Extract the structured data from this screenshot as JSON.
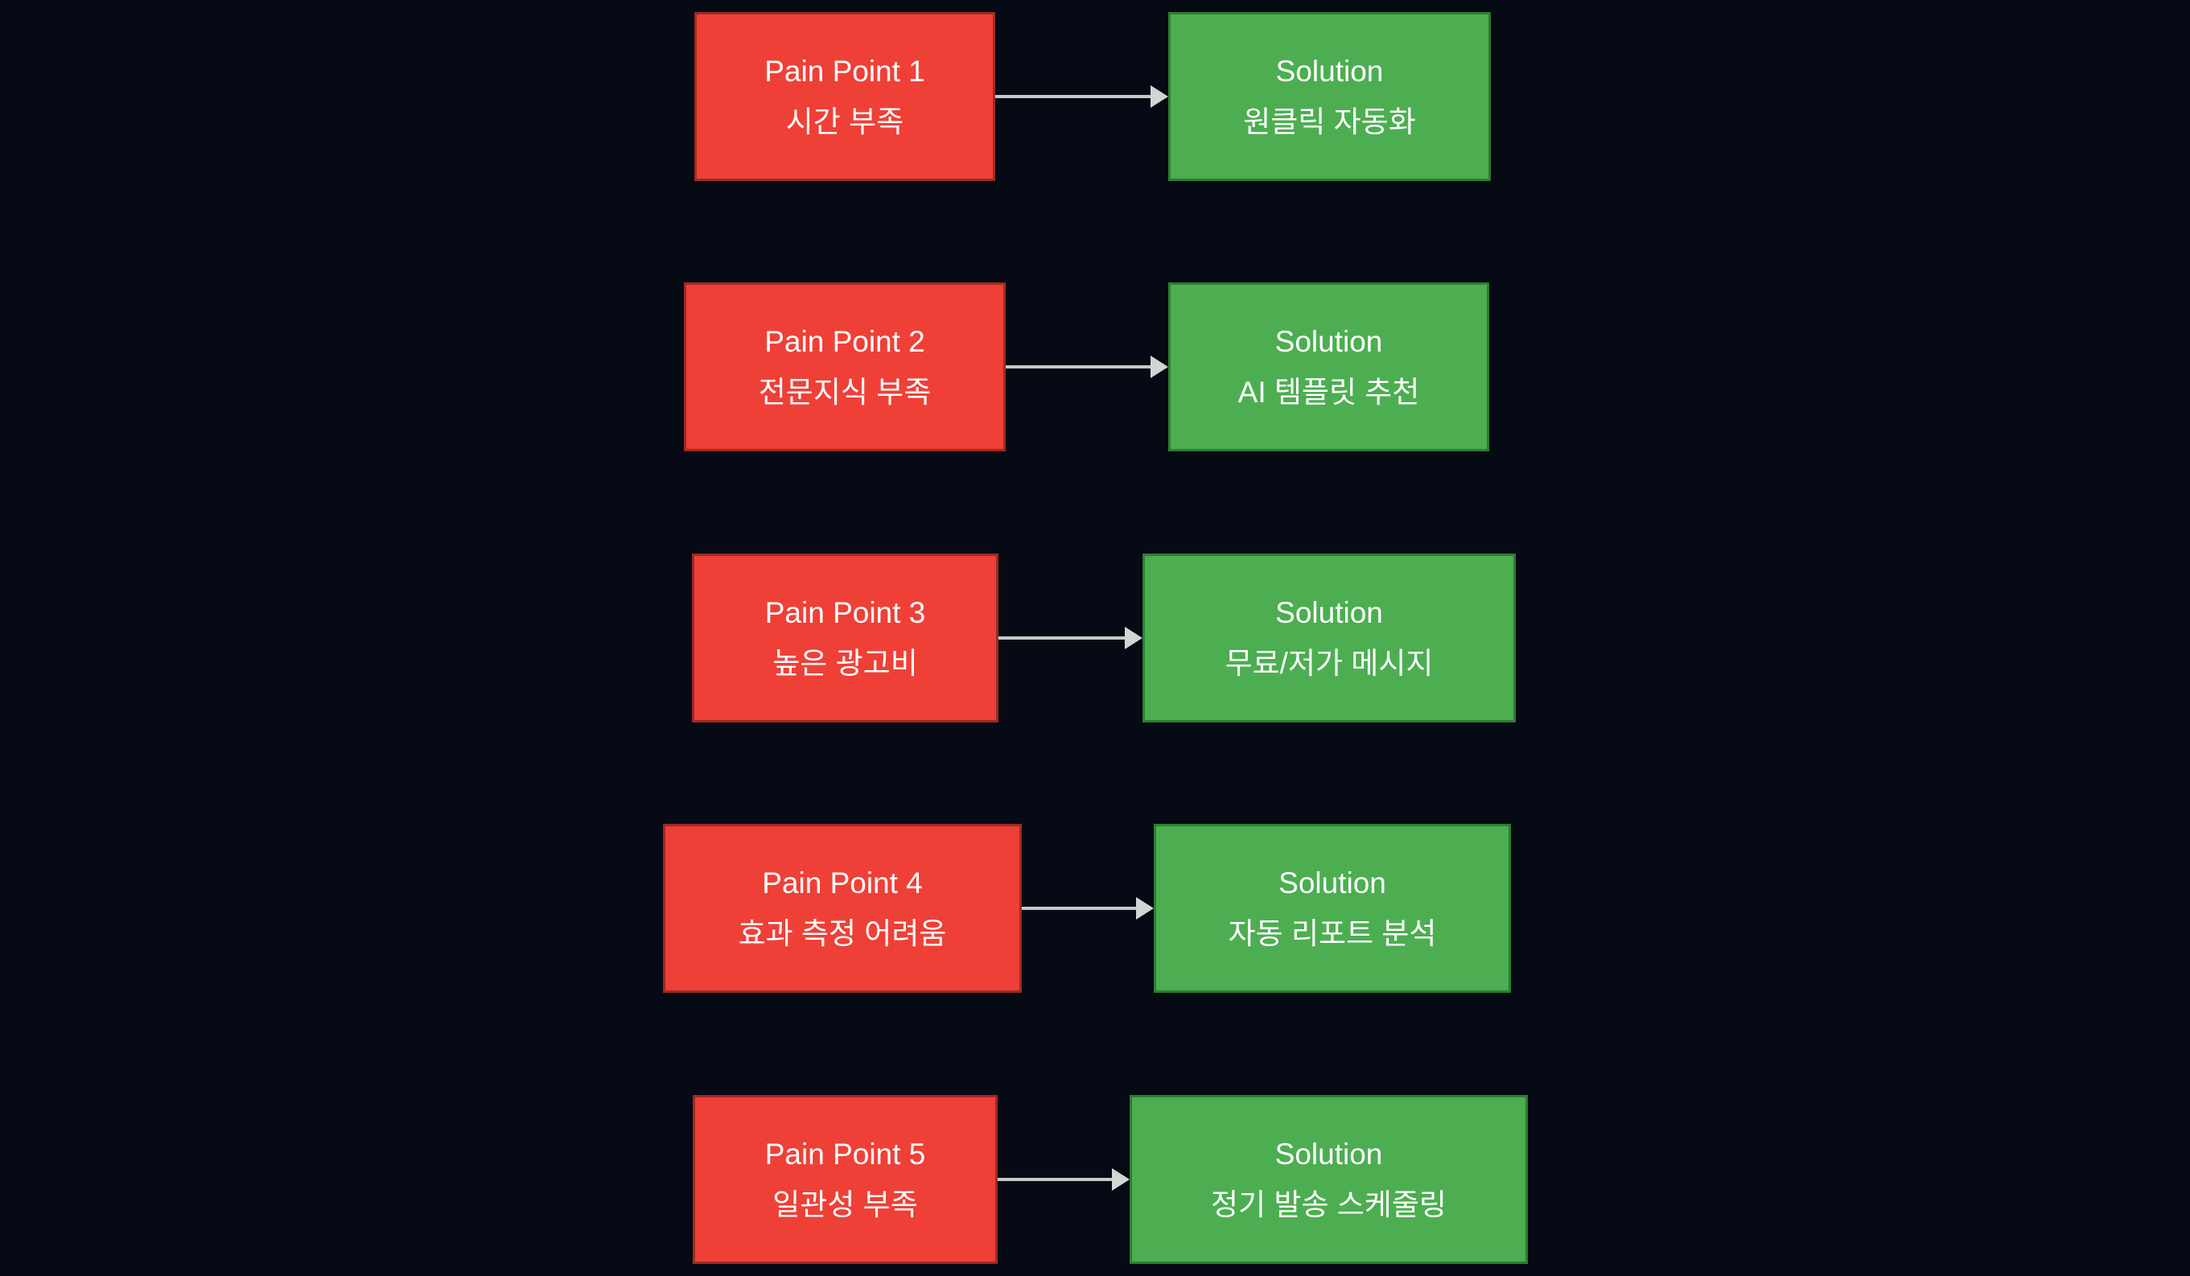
{
  "colors": {
    "bg": "#050a14",
    "pain_fill": "#ef4037",
    "pain_border": "#9e2a23",
    "solution_fill": "#4cae51",
    "solution_border": "#2e7d32",
    "arrow": "#c9c9c9",
    "text": "#ffffff"
  },
  "diagram": {
    "type": "pain-point-to-solution-flowchart",
    "rows": [
      {
        "pain": {
          "title": "Pain Point 1",
          "subtitle": "시간 부족"
        },
        "solution": {
          "title": "Solution",
          "subtitle": "원클릭 자동화"
        }
      },
      {
        "pain": {
          "title": "Pain Point 2",
          "subtitle": "전문지식 부족"
        },
        "solution": {
          "title": "Solution",
          "subtitle": "AI 템플릿 추천"
        }
      },
      {
        "pain": {
          "title": "Pain Point 3",
          "subtitle": "높은 광고비"
        },
        "solution": {
          "title": "Solution",
          "subtitle": "무료/저가 메시지"
        }
      },
      {
        "pain": {
          "title": "Pain Point 4",
          "subtitle": "효과 측정 어려움"
        },
        "solution": {
          "title": "Solution",
          "subtitle": "자동 리포트 분석"
        }
      },
      {
        "pain": {
          "title": "Pain Point 5",
          "subtitle": "일관성 부족"
        },
        "solution": {
          "title": "Solution",
          "subtitle": "정기 발송 스케줄링"
        }
      }
    ]
  }
}
